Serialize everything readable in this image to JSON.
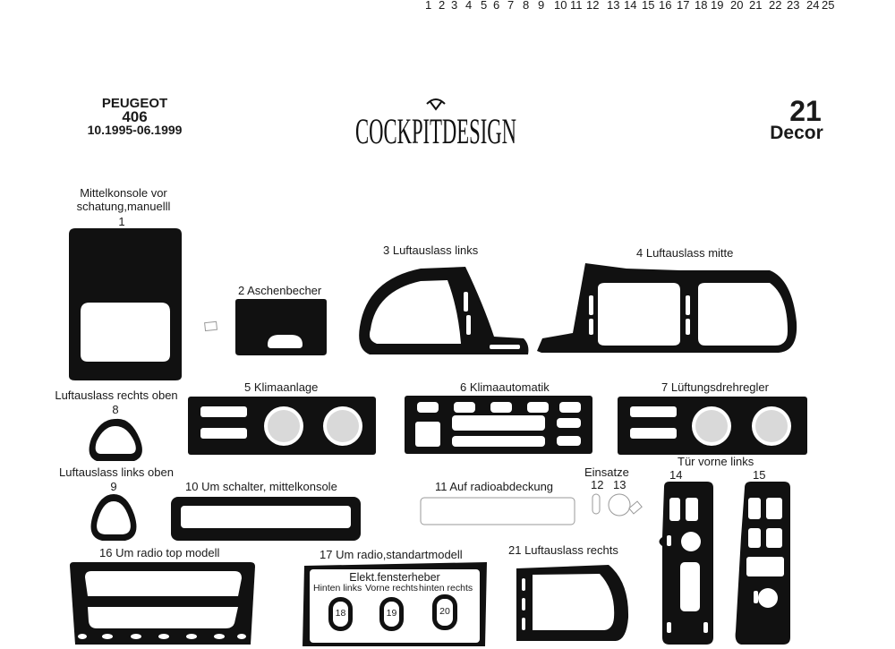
{
  "header": {
    "catalog_numbers": [
      "1",
      "2",
      "3",
      "4",
      "5",
      "6",
      "7",
      "8",
      "9",
      "10",
      "11",
      "12",
      "13",
      "14",
      "15",
      "16",
      "17",
      "18",
      "19",
      "20",
      "21",
      "22",
      "23",
      "24",
      "25"
    ],
    "brand": "PEUGEOT",
    "model": "406",
    "years": "10.1995-06.1999",
    "logo_text": "COCKPITDESIGN",
    "set_number": "21",
    "set_name": "Decor"
  },
  "parts": {
    "p1": {
      "title": "Mittelkonsole vor\nschatung,manuelll",
      "num": "1"
    },
    "p2": {
      "label": "2  Aschenbecher"
    },
    "p3": {
      "label": "3  Luftauslass links"
    },
    "p4": {
      "label": "4  Luftauslass mitte"
    },
    "p5": {
      "label": "5  Klimaanlage"
    },
    "p6": {
      "label": "6  Klimaautomatik"
    },
    "p7": {
      "label": "7  Lüftungsdrehregler"
    },
    "p8": {
      "title": "Luftauslass rechts oben",
      "num": "8"
    },
    "p9": {
      "title": "Luftauslass links oben",
      "num": "9"
    },
    "p10": {
      "label": "10  Um schalter, mittelkonsole"
    },
    "p11": {
      "label": "11  Auf radioabdeckung"
    },
    "p12_13": {
      "title": "Einsatze",
      "num_a": "12",
      "num_b": "13"
    },
    "p14_15": {
      "title": "Tür vorne links",
      "num_a": "14",
      "num_b": "15"
    },
    "p16": {
      "label": "16   Um radio top modell"
    },
    "p17": {
      "label": "17  Um radio,standartmodell"
    },
    "p18_20": {
      "title": "Elekt.fensterheber",
      "sub_a": "Hinten links",
      "sub_b": "Vorne rechts",
      "sub_c": "hinten rechts",
      "num_a": "18",
      "num_b": "19",
      "num_c": "20"
    },
    "p21": {
      "label": "21  Luftauslass rechts"
    }
  }
}
